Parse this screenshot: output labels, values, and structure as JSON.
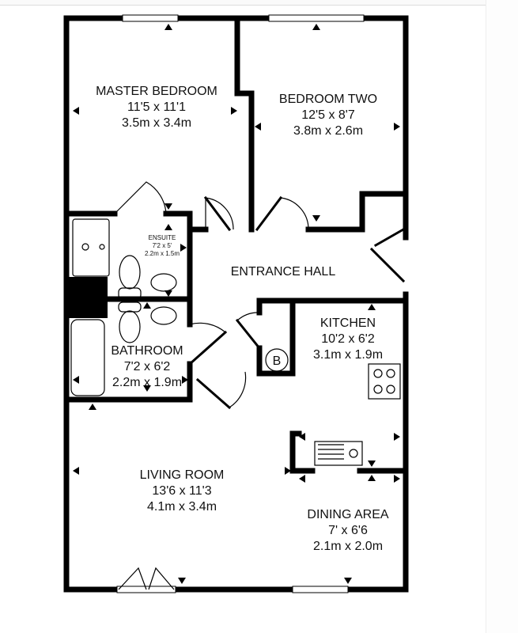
{
  "rooms": {
    "master_bedroom": {
      "name": "MASTER BEDROOM",
      "imperial": "11'5 x 11'1",
      "metric": "3.5m x 3.4m"
    },
    "bedroom_two": {
      "name": "BEDROOM TWO",
      "imperial": "12'5 x 8'7",
      "metric": "3.8m x 2.6m"
    },
    "ensuite": {
      "name": "ENSUITE",
      "imperial": "7'2 x 5'",
      "metric": "2.2m x 1.5m"
    },
    "entrance_hall": {
      "name": "ENTRANCE HALL"
    },
    "bathroom": {
      "name": "BATHROOM",
      "imperial": "7'2 x 6'2",
      "metric": "2.2m x 1.9m"
    },
    "kitchen": {
      "name": "KITCHEN",
      "imperial": "10'2 x 6'2",
      "metric": "3.1m x 1.9m"
    },
    "living_room": {
      "name": "LIVING ROOM",
      "imperial": "13'6 x 11'3",
      "metric": "4.1m x 3.4m"
    },
    "dining_area": {
      "name": "DINING AREA",
      "imperial": "7' x 6'6",
      "metric": "2.1m x 2.0m"
    }
  },
  "boiler_label": "B"
}
